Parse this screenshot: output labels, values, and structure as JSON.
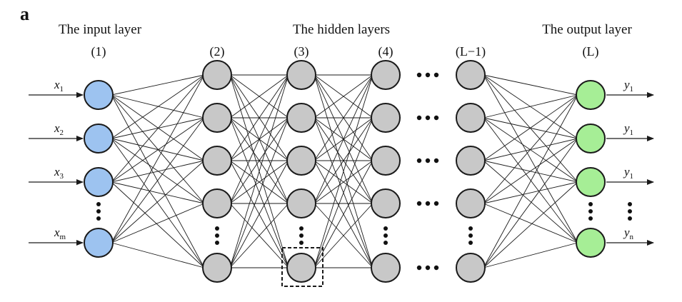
{
  "panel_label": "a",
  "layer_titles": {
    "input": "The input layer",
    "hidden": "The hidden layers",
    "output": "The output layer"
  },
  "layer_indices": [
    "(1)",
    "(2)",
    "(3)",
    "(4)",
    "(L−1)",
    "(L)"
  ],
  "inputs": [
    {
      "symbol": "x",
      "sub": "1"
    },
    {
      "symbol": "x",
      "sub": "2"
    },
    {
      "symbol": "x",
      "sub": "3"
    },
    {
      "symbol": "x",
      "sub": "m"
    }
  ],
  "outputs": [
    {
      "symbol": "y",
      "sub": "1"
    },
    {
      "symbol": "y",
      "sub": "1"
    },
    {
      "symbol": "y",
      "sub": "1"
    },
    {
      "symbol": "y",
      "sub": "n"
    }
  ],
  "colors": {
    "input_node": "#9dc3f0",
    "hidden_node": "#c8c8c8",
    "output_node": "#a6ee96",
    "stroke": "#1a1a1a"
  }
}
